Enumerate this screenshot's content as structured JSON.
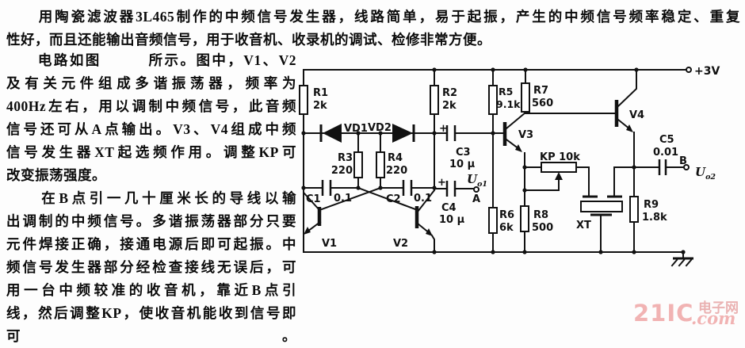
{
  "intro": {
    "line1": "　　用陶瓷滤波器3L465制作的中频信号发生器，线路简单，易于起振，产生的中频信号频率稳定、重复",
    "line2": "性好，而且还能输出音频信号，用于收音机、收录机的调试、检修非常方便。"
  },
  "body_lines": [
    "　　电路如图　　　所示。图中，V1、V2",
    "及有关元件组成多谐振荡器，频率为",
    "400Hz左右，用以调制中频信号，此音频",
    "信号还可从A点输出。V3、V4组成中频",
    "信号发生器XT起选频作用。调整KP可",
    "改变振荡强度。",
    "　　在B点引一几十厘米长的导线以输",
    "出调制的中频信号。多谐振荡器部分只要",
    "元件焊接正确，接通电源后即可起振。中",
    "频信号发生器部分经检查接线无误后，可",
    "用一台中频较准的收音机，靠近B点引",
    "线，然后调整KP，使收音机能收到信号即可。"
  ],
  "schematic": {
    "power": "+3V",
    "r1": "R1",
    "r1v": "2k",
    "r2": "R2",
    "r2v": "2k",
    "r3": "R3",
    "r3v": "220",
    "r4": "R4",
    "r4v": "220",
    "r5": "R5",
    "r5v": "9.1k",
    "r6": "R6",
    "r6v": "6k",
    "r7": "R7",
    "r7v": "560",
    "r8": "R8",
    "r8v": "500",
    "r9": "R9",
    "r9v": "1.8k",
    "c1": "C1",
    "c1v": "0.1",
    "c2": "C2",
    "c2v": "0.1",
    "c3": "C3",
    "c3v": "10 μ",
    "c4": "C4",
    "c4v": "10 μ",
    "c5": "C5",
    "c5v": "0.01",
    "plus": "+",
    "vd1": "VD1",
    "vd2": "VD2",
    "v1": "V1",
    "v2": "V2",
    "v3": "V3",
    "v4": "V4",
    "kp": "KP 10k",
    "xt": "XT",
    "a_point": "A",
    "b_point": "B",
    "u": "U",
    "uo1_sub": "o1",
    "uo2_sub": "o2"
  },
  "watermark": {
    "brand": "21IC",
    "site": "电子网",
    "domain": ".com"
  },
  "colors": {
    "ink": "#111111",
    "watermark_pink": "#f1b3b3"
  }
}
